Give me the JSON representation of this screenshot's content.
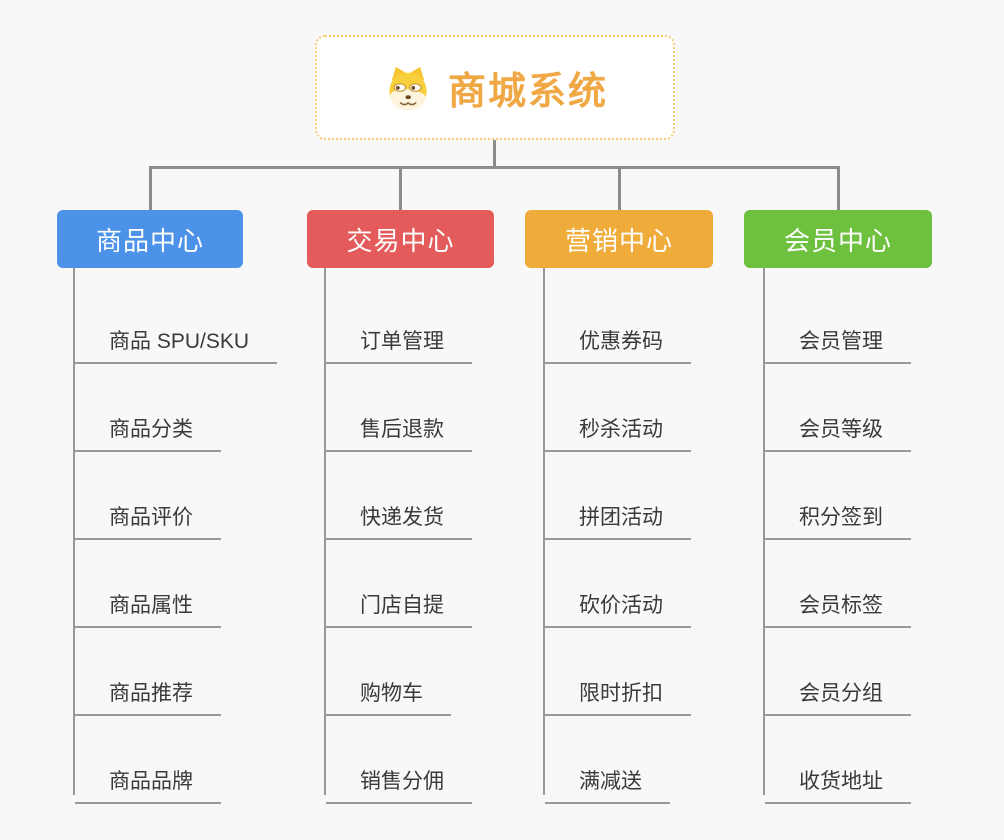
{
  "root": {
    "title": "商城系统",
    "icon": "doge-icon"
  },
  "colors": {
    "background": "#F8F8F8",
    "root_border": "#F7CB74",
    "root_text": "#F0A845",
    "connector": "#8C8C8C",
    "child_underline": "#999999",
    "child_text": "#3A3A3A"
  },
  "branches": [
    {
      "label": "商品中心",
      "color": "#4B92E8",
      "items": [
        "商品 SPU/SKU",
        "商品分类",
        "商品评价",
        "商品属性",
        "商品推荐",
        "商品品牌"
      ]
    },
    {
      "label": "交易中心",
      "color": "#E45B5B",
      "items": [
        "订单管理",
        "售后退款",
        "快递发货",
        "门店自提",
        "购物车",
        "销售分佣"
      ]
    },
    {
      "label": "营销中心",
      "color": "#F0AC3B",
      "items": [
        "优惠券码",
        "秒杀活动",
        "拼团活动",
        "砍价活动",
        "限时折扣",
        "满减送"
      ]
    },
    {
      "label": "会员中心",
      "color": "#6EC13E",
      "items": [
        "会员管理",
        "会员等级",
        "积分签到",
        "会员标签",
        "会员分组",
        "收货地址"
      ]
    }
  ]
}
